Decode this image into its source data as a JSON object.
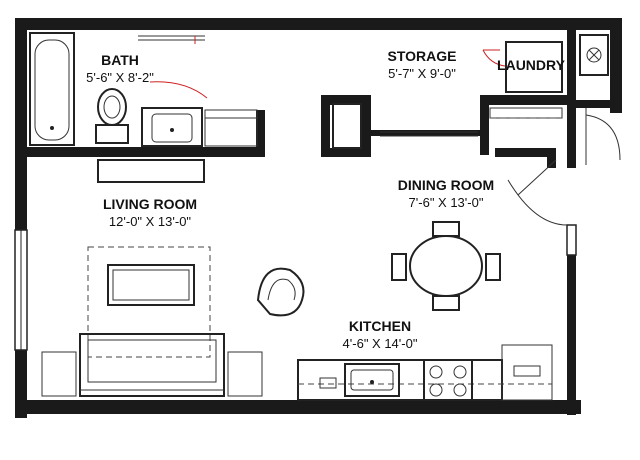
{
  "rooms": {
    "bath": {
      "name": "BATH",
      "size": "5'-6\" X 8'-2\""
    },
    "storage": {
      "name": "STORAGE",
      "size": "5'-7\" X 9'-0\""
    },
    "laundry": {
      "name": "LAUNDRY"
    },
    "living": {
      "name": "LIVING ROOM",
      "size": "12'-0\" X 13'-0\""
    },
    "dining": {
      "name": "DINING ROOM",
      "size": "7'-6\" X 13'-0\""
    },
    "kitchen": {
      "name": "KITCHEN",
      "size": "4'-6\" X 14'-0\""
    }
  }
}
